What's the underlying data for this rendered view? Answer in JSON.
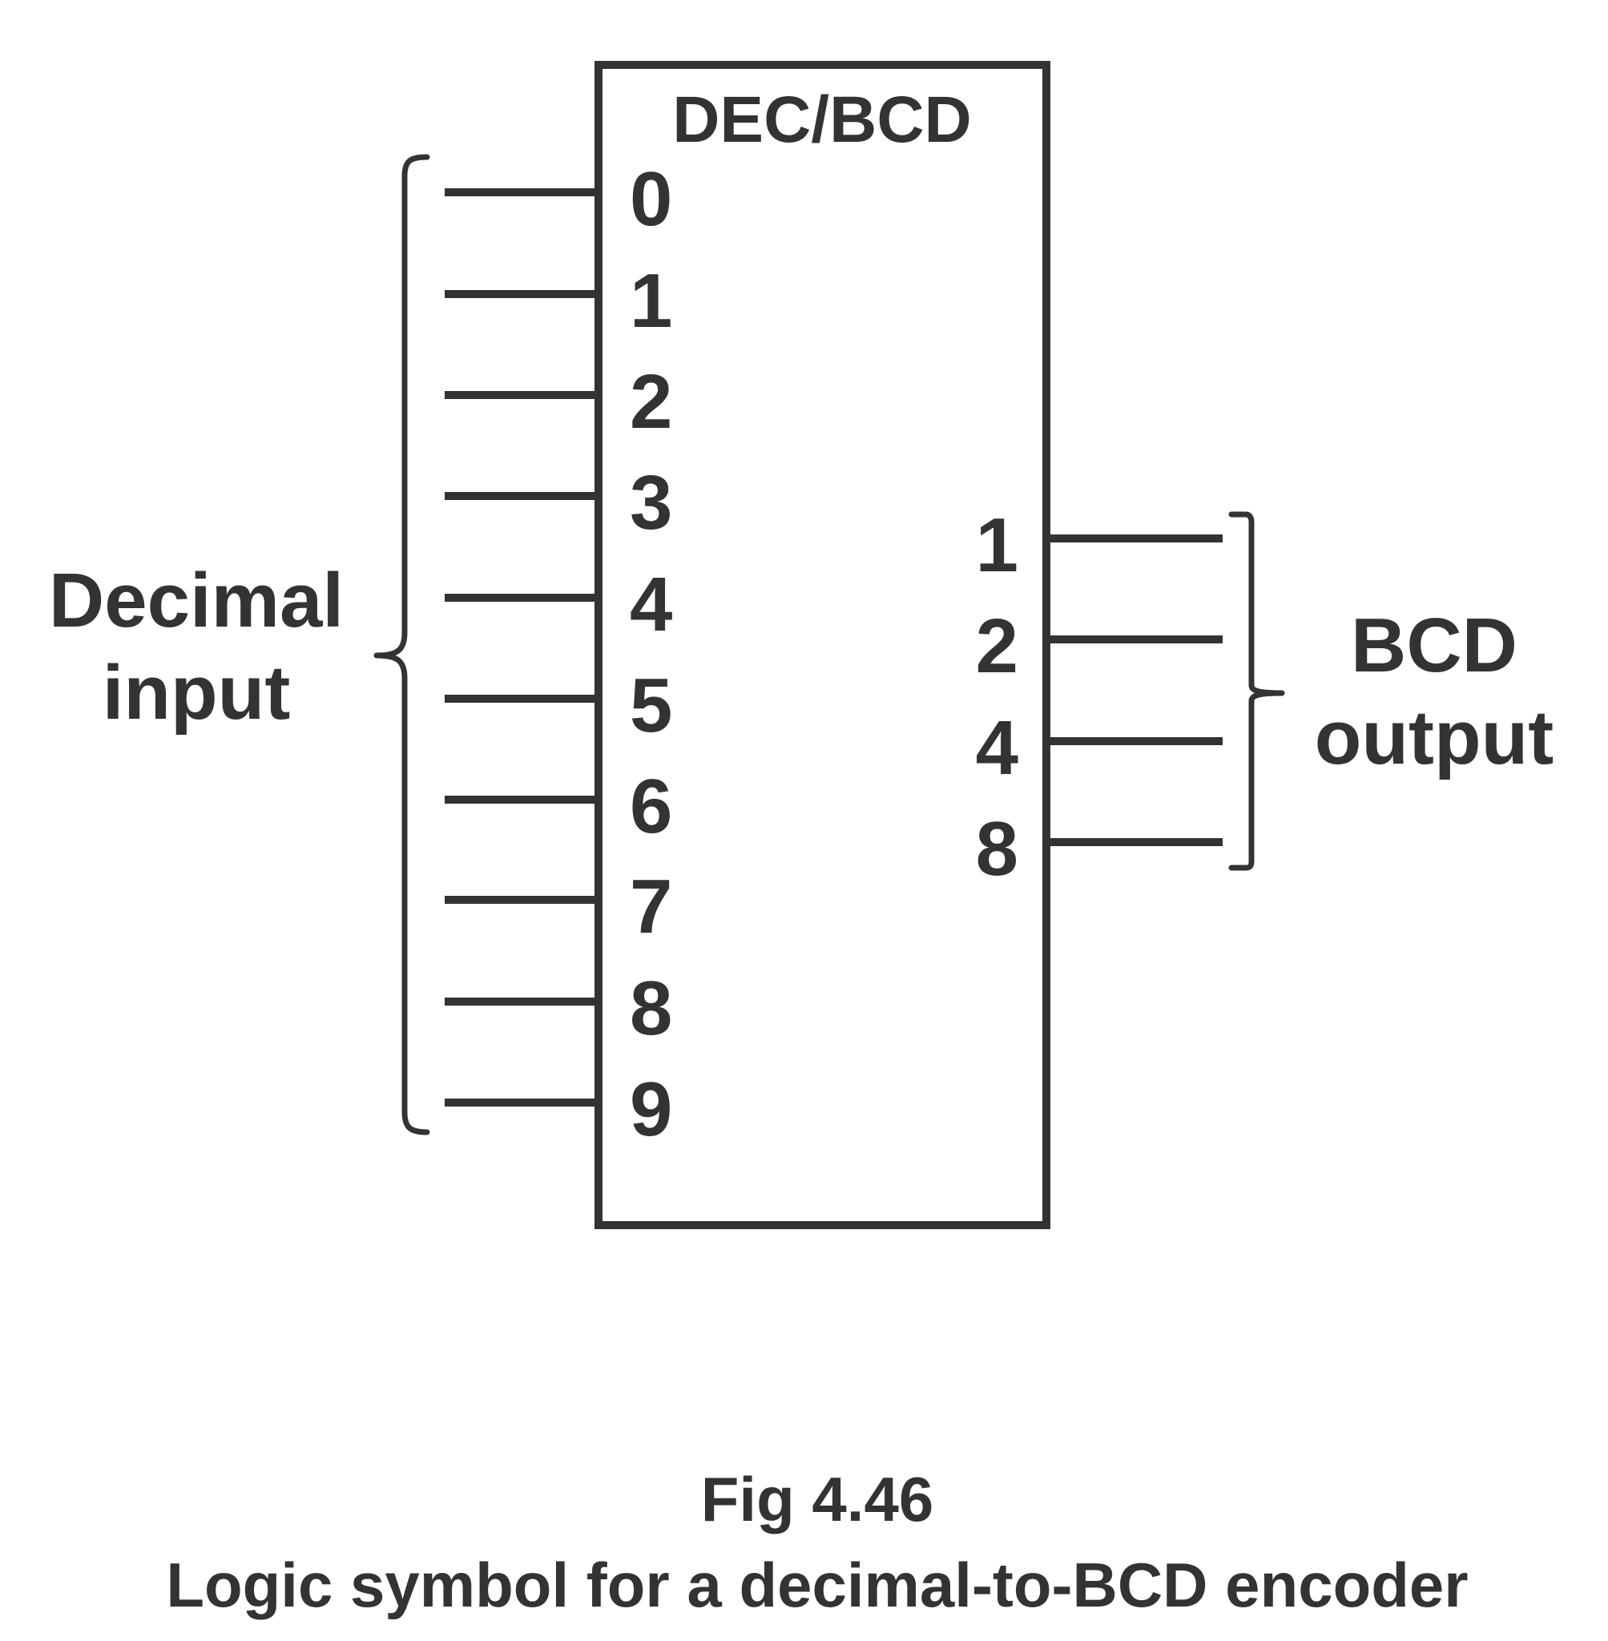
{
  "block": {
    "title": "DEC/BCD",
    "inputs": [
      "0",
      "1",
      "2",
      "3",
      "4",
      "5",
      "6",
      "7",
      "8",
      "9"
    ],
    "outputs": [
      "1",
      "2",
      "4",
      "8"
    ]
  },
  "input_group": {
    "line1": "Decimal",
    "line2": "input"
  },
  "output_group": {
    "line1": "BCD",
    "line2": "output"
  },
  "figure": {
    "number": "Fig 4.46",
    "caption": "Logic symbol for a decimal-to-BCD encoder"
  }
}
